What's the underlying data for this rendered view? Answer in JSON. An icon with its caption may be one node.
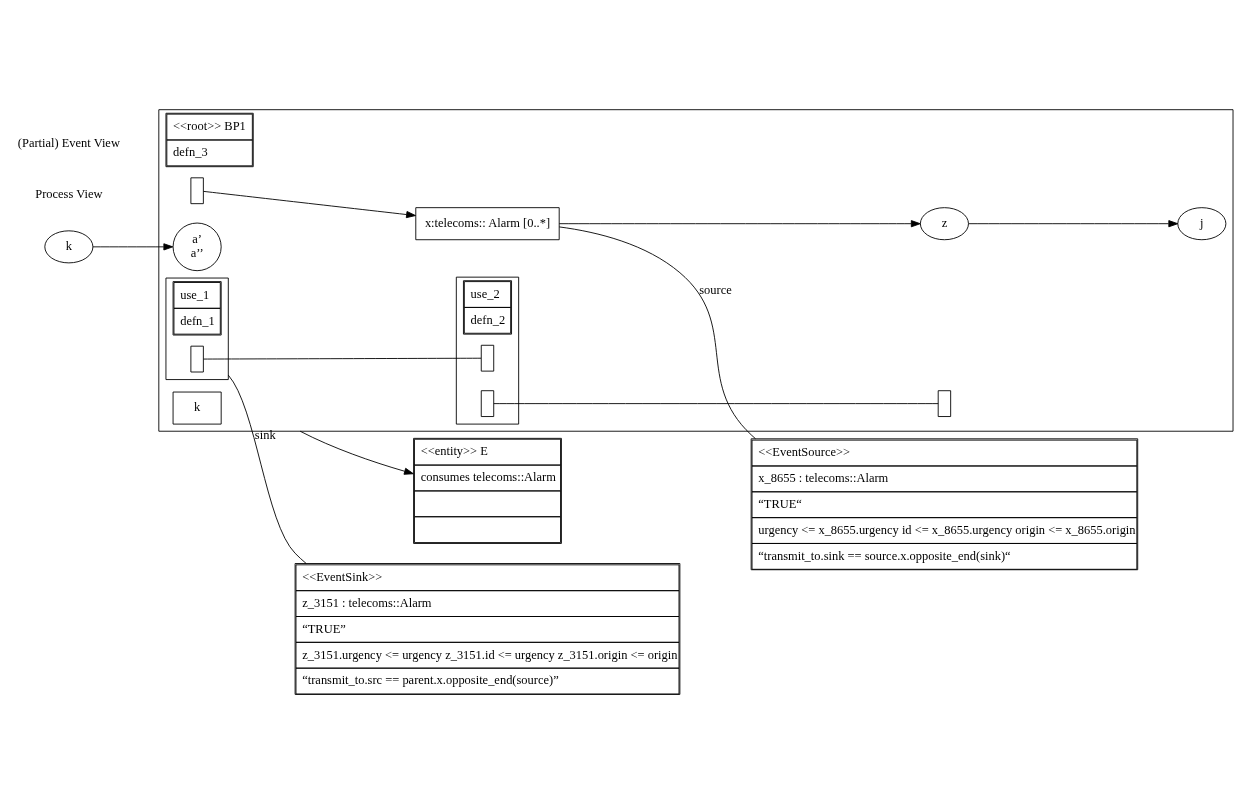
{
  "diagram": {
    "nodes": [
      {
        "text": [
          "<<root>> BP1",
          "defn_3"
        ]
      },
      {
        "text": [
          "use_1",
          "defn_1"
        ],
        "in": 0
      },
      {
        "text": [
          "use_2",
          "defn_2"
        ],
        "in": 0
      },
      {
        "text": [
          "k"
        ]
      },
      {
        "text": [
          "a’",
          "a’’"
        ],
        "in": 0
      },
      {
        "text": [
          "x:telecoms:: Alarm [0..*]"
        ],
        "in": 0
      },
      {
        "text": [],
        "shape": "box",
        "in": 0
      },
      {
        "text": [
          "k"
        ],
        "in": 0
      },
      {
        "text": [
          "z"
        ],
        "in": 0
      },
      {
        "text": [
          "j"
        ],
        "in": 0
      },
      {
        "text": [],
        "shape": "box",
        "in": 1
      },
      {
        "text": [],
        "shape": "box",
        "in": 2
      },
      {
        "text": [],
        "shape": "box",
        "in": 2
      },
      {
        "text": [],
        "shape": "box",
        "in": 0
      },
      {
        "text": [
          "<<entity>> E",
          "consumes telecoms::Alarm"
        ]
      },
      {
        "text": [
          "<<EventSource>>",
          "x_8655 : telecoms::Alarm",
          "“TRUE“",
          "urgency <= x_8655.urgency id <= x_8655.urgency origin <= x_8655.origin",
          "“transmit_to.sink == source.x.opposite_end(sink)“"
        ]
      },
      {
        "text": [
          "<<EventSink>>",
          "z_3151 : telecoms::Alarm",
          "“TRUE”",
          "z_3151.urgency <= urgency z_3151.id <= urgency z_3151.origin <= origin",
          "“transmit_to.src == parent.x.opposite_end(source)”"
        ]
      }
    ],
    "edges": [
      {
        "from": 3,
        "to": 4,
        "arrow": "to"
      },
      {
        "from": 6,
        "to": 5,
        "arrow": "to"
      },
      {
        "from": 5,
        "to": 8,
        "arrow": "to"
      },
      {
        "from": 8,
        "to": 9,
        "arrow": "to"
      },
      {
        "from": 10,
        "to": 11,
        "arrow": "none"
      },
      {
        "from": 12,
        "to": 13,
        "arrow": "none"
      },
      {
        "from": 0,
        "to": 14,
        "arrow": "to"
      },
      {
        "from": 5,
        "to": 15,
        "arrow": "none",
        "label": "source"
      },
      {
        "from": 1,
        "to": 16,
        "arrow": "none",
        "label": "sink"
      }
    ],
    "labels": [
      "Process View",
      "(Partial) Event View"
    ]
  }
}
